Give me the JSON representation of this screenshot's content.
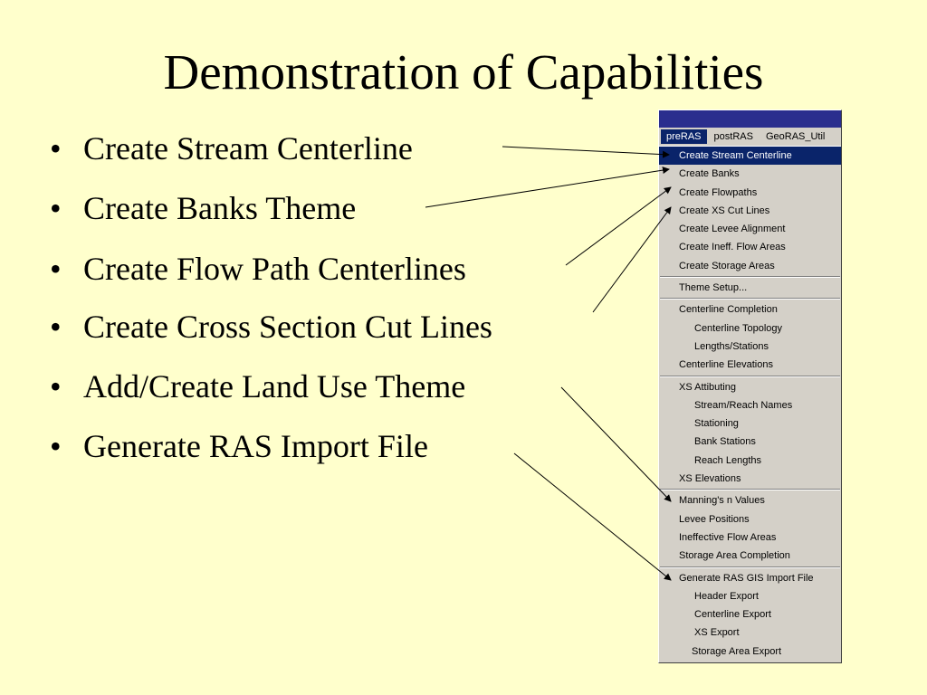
{
  "slide": {
    "title": "Demonstration of Capabilities",
    "bullets": [
      "Create Stream Centerline",
      "Create Banks Theme",
      "Create Flow Path Centerlines",
      "Create Cross Section Cut Lines",
      "Add/Create Land Use Theme",
      "Generate RAS Import File"
    ],
    "bullet_glyph": "•"
  },
  "menu": {
    "tabs": [
      "preRAS",
      "postRAS",
      "GeoRAS_Util"
    ],
    "active_tab": "preRAS",
    "groups": [
      [
        {
          "label": "Create Stream Centerline",
          "indent": 0,
          "selected": true
        },
        {
          "label": "Create Banks",
          "indent": 0
        },
        {
          "label": "Create Flowpaths",
          "indent": 0
        },
        {
          "label": "Create XS Cut Lines",
          "indent": 0
        },
        {
          "label": "Create Levee Alignment",
          "indent": 0
        },
        {
          "label": "Create Ineff. Flow Areas",
          "indent": 0
        },
        {
          "label": "Create Storage Areas",
          "indent": 0
        }
      ],
      [
        {
          "label": "Theme Setup...",
          "indent": 0
        }
      ],
      [
        {
          "label": "Centerline Completion",
          "indent": 0
        },
        {
          "label": "Centerline Topology",
          "indent": 1
        },
        {
          "label": "Lengths/Stations",
          "indent": 1
        },
        {
          "label": "Centerline Elevations",
          "indent": 0
        }
      ],
      [
        {
          "label": "XS Attibuting",
          "indent": 0
        },
        {
          "label": "Stream/Reach Names",
          "indent": 1
        },
        {
          "label": "Stationing",
          "indent": 1
        },
        {
          "label": "Bank Stations",
          "indent": 1
        },
        {
          "label": "Reach Lengths",
          "indent": 1
        },
        {
          "label": "XS Elevations",
          "indent": 0
        }
      ],
      [
        {
          "label": "Manning's n Values",
          "indent": 0
        },
        {
          "label": "Levee Positions",
          "indent": 0
        },
        {
          "label": "Ineffective Flow Areas",
          "indent": 0
        },
        {
          "label": "Storage Area Completion",
          "indent": 0
        }
      ],
      [
        {
          "label": "Generate RAS GIS Import File",
          "indent": 0
        },
        {
          "label": "Header Export",
          "indent": 1
        },
        {
          "label": "Centerline Export",
          "indent": 1
        },
        {
          "label": "XS Export",
          "indent": 1
        },
        {
          "label": "Storage Area Export",
          "indent": 2
        }
      ]
    ]
  },
  "colors": {
    "background": "#FFFFCC",
    "menu_face": "#D4D0C8",
    "highlight": "#0A246A"
  }
}
